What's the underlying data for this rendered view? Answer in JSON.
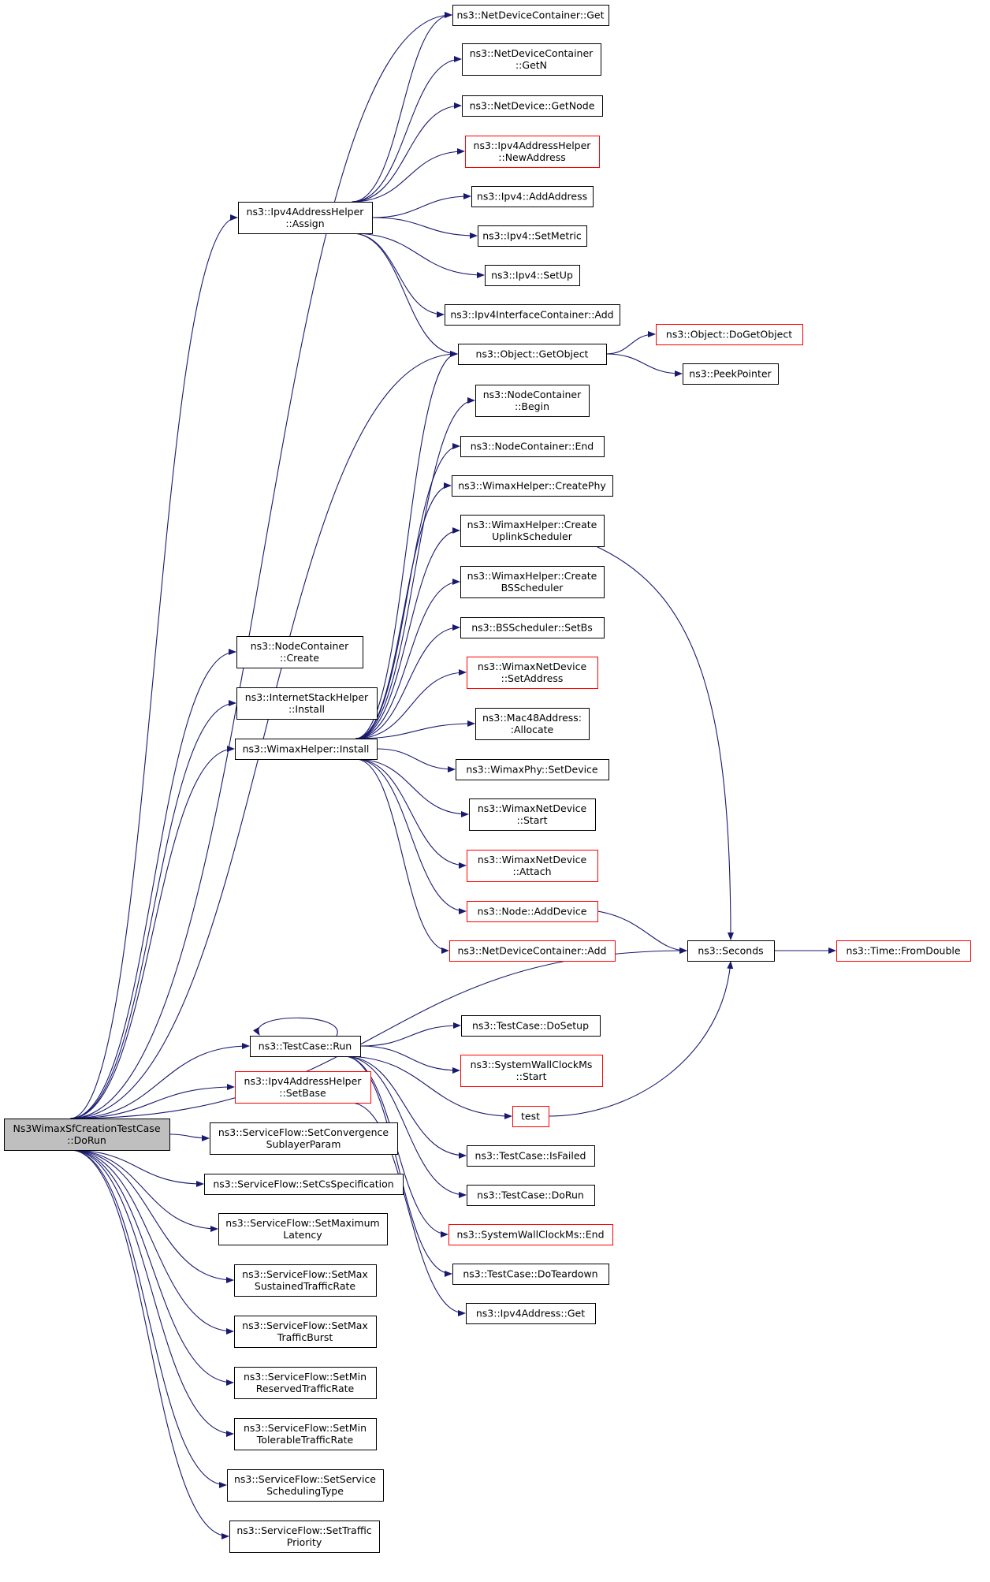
{
  "nodes": [
    {
      "id": "root",
      "lines": [
        "Ns3WimaxSfCreationTestCase",
        "::DoRun"
      ],
      "root": true
    },
    {
      "id": "ndcget",
      "lines": [
        "ns3::NetDeviceContainer::Get"
      ]
    },
    {
      "id": "ndcgetn",
      "lines": [
        "ns3::NetDeviceContainer",
        "::GetN"
      ]
    },
    {
      "id": "ndgetnode",
      "lines": [
        "ns3::NetDevice::GetNode"
      ]
    },
    {
      "id": "newaddr",
      "lines": [
        "ns3::Ipv4AddressHelper",
        "::NewAddress"
      ],
      "red": true
    },
    {
      "id": "ipv4addaddr",
      "lines": [
        "ns3::Ipv4::AddAddress"
      ]
    },
    {
      "id": "setmetric",
      "lines": [
        "ns3::Ipv4::SetMetric"
      ]
    },
    {
      "id": "setup",
      "lines": [
        "ns3::Ipv4::SetUp"
      ]
    },
    {
      "id": "ipv4icadd",
      "lines": [
        "ns3::Ipv4InterfaceContainer::Add"
      ]
    },
    {
      "id": "assign",
      "lines": [
        "ns3::Ipv4AddressHelper",
        "::Assign"
      ]
    },
    {
      "id": "getobject",
      "lines": [
        "ns3::Object::GetObject"
      ]
    },
    {
      "id": "dogetobject",
      "lines": [
        "ns3::Object::DoGetObject"
      ],
      "red": true
    },
    {
      "id": "peekpointer",
      "lines": [
        "ns3::PeekPointer"
      ]
    },
    {
      "id": "ncbegin",
      "lines": [
        "ns3::NodeContainer",
        "::Begin"
      ]
    },
    {
      "id": "ncend",
      "lines": [
        "ns3::NodeContainer::End"
      ]
    },
    {
      "id": "createphy",
      "lines": [
        "ns3::WimaxHelper::CreatePhy"
      ]
    },
    {
      "id": "createul",
      "lines": [
        "ns3::WimaxHelper::Create",
        "UplinkScheduler"
      ]
    },
    {
      "id": "createbs",
      "lines": [
        "ns3::WimaxHelper::Create",
        "BSScheduler"
      ]
    },
    {
      "id": "setbs",
      "lines": [
        "ns3::BSScheduler::SetBs"
      ]
    },
    {
      "id": "setaddress",
      "lines": [
        "ns3::WimaxNetDevice",
        "::SetAddress"
      ],
      "red": true
    },
    {
      "id": "allocate",
      "lines": [
        "ns3::Mac48Address:",
        ":Allocate"
      ]
    },
    {
      "id": "setdevice",
      "lines": [
        "ns3::WimaxPhy::SetDevice"
      ]
    },
    {
      "id": "start",
      "lines": [
        "ns3::WimaxNetDevice",
        "::Start"
      ]
    },
    {
      "id": "attach",
      "lines": [
        "ns3::WimaxNetDevice",
        "::Attach"
      ],
      "red": true
    },
    {
      "id": "adddevice",
      "lines": [
        "ns3::Node::AddDevice"
      ],
      "red": true
    },
    {
      "id": "ndcadd",
      "lines": [
        "ns3::NetDeviceContainer::Add"
      ],
      "red": true
    },
    {
      "id": "nccreate",
      "lines": [
        "ns3::NodeContainer",
        "::Create"
      ]
    },
    {
      "id": "ishinstall",
      "lines": [
        "ns3::InternetStackHelper",
        "::Install"
      ]
    },
    {
      "id": "whinstall",
      "lines": [
        "ns3::WimaxHelper::Install"
      ]
    },
    {
      "id": "seconds",
      "lines": [
        "ns3::Seconds"
      ]
    },
    {
      "id": "fromdouble",
      "lines": [
        "ns3::Time::FromDouble"
      ],
      "red": true
    },
    {
      "id": "tcrun",
      "lines": [
        "ns3::TestCase::Run"
      ]
    },
    {
      "id": "dosetup",
      "lines": [
        "ns3::TestCase::DoSetup"
      ]
    },
    {
      "id": "swcstart",
      "lines": [
        "ns3::SystemWallClockMs",
        "::Start"
      ],
      "red": true
    },
    {
      "id": "test",
      "lines": [
        "test"
      ],
      "red": true
    },
    {
      "id": "isfailed",
      "lines": [
        "ns3::TestCase::IsFailed"
      ]
    },
    {
      "id": "tcdorun",
      "lines": [
        "ns3::TestCase::DoRun"
      ]
    },
    {
      "id": "swcend",
      "lines": [
        "ns3::SystemWallClockMs::End"
      ],
      "red": true
    },
    {
      "id": "doteardown",
      "lines": [
        "ns3::TestCase::DoTeardown"
      ]
    },
    {
      "id": "ipv4addrget",
      "lines": [
        "ns3::Ipv4Address::Get"
      ]
    },
    {
      "id": "setbase",
      "lines": [
        "ns3::Ipv4AddressHelper",
        "::SetBase"
      ],
      "red": true
    },
    {
      "id": "sfconv",
      "lines": [
        "ns3::ServiceFlow::SetConvergence",
        "SublayerParam"
      ]
    },
    {
      "id": "sfcs",
      "lines": [
        "ns3::ServiceFlow::SetCsSpecification"
      ]
    },
    {
      "id": "sfmaxlat",
      "lines": [
        "ns3::ServiceFlow::SetMaximum",
        "Latency"
      ]
    },
    {
      "id": "sfmaxsus",
      "lines": [
        "ns3::ServiceFlow::SetMax",
        "SustainedTrafficRate"
      ]
    },
    {
      "id": "sfmaxburst",
      "lines": [
        "ns3::ServiceFlow::SetMax",
        "TrafficBurst"
      ]
    },
    {
      "id": "sfminres",
      "lines": [
        "ns3::ServiceFlow::SetMin",
        "ReservedTrafficRate"
      ]
    },
    {
      "id": "sfmintol",
      "lines": [
        "ns3::ServiceFlow::SetMin",
        "TolerableTrafficRate"
      ]
    },
    {
      "id": "sfsched",
      "lines": [
        "ns3::ServiceFlow::SetService",
        "SchedulingType"
      ]
    },
    {
      "id": "sfprio",
      "lines": [
        "ns3::ServiceFlow::SetTraffic",
        "Priority"
      ]
    }
  ],
  "edges": [
    [
      "root",
      "ndcget"
    ],
    [
      "root",
      "assign"
    ],
    [
      "root",
      "getobject"
    ],
    [
      "root",
      "nccreate"
    ],
    [
      "root",
      "ishinstall"
    ],
    [
      "root",
      "whinstall"
    ],
    [
      "root",
      "seconds"
    ],
    [
      "root",
      "tcrun"
    ],
    [
      "root",
      "setbase"
    ],
    [
      "root",
      "sfconv"
    ],
    [
      "root",
      "sfcs"
    ],
    [
      "root",
      "sfmaxlat"
    ],
    [
      "root",
      "sfmaxsus"
    ],
    [
      "root",
      "sfmaxburst"
    ],
    [
      "root",
      "sfminres"
    ],
    [
      "root",
      "sfmintol"
    ],
    [
      "root",
      "sfsched"
    ],
    [
      "root",
      "sfprio"
    ],
    [
      "assign",
      "ndcget"
    ],
    [
      "assign",
      "ndcgetn"
    ],
    [
      "assign",
      "ndgetnode"
    ],
    [
      "assign",
      "newaddr"
    ],
    [
      "assign",
      "ipv4addaddr"
    ],
    [
      "assign",
      "setmetric"
    ],
    [
      "assign",
      "setup"
    ],
    [
      "assign",
      "ipv4icadd"
    ],
    [
      "assign",
      "getobject"
    ],
    [
      "getobject",
      "dogetobject"
    ],
    [
      "getobject",
      "peekpointer"
    ],
    [
      "whinstall",
      "ncbegin"
    ],
    [
      "whinstall",
      "ncend"
    ],
    [
      "whinstall",
      "createphy"
    ],
    [
      "whinstall",
      "createul"
    ],
    [
      "whinstall",
      "createbs"
    ],
    [
      "whinstall",
      "setbs"
    ],
    [
      "whinstall",
      "setaddress"
    ],
    [
      "whinstall",
      "allocate"
    ],
    [
      "whinstall",
      "setdevice"
    ],
    [
      "whinstall",
      "start"
    ],
    [
      "whinstall",
      "attach"
    ],
    [
      "whinstall",
      "adddevice"
    ],
    [
      "whinstall",
      "ndcadd"
    ],
    [
      "whinstall",
      "getobject"
    ],
    [
      "createul",
      "seconds"
    ],
    [
      "adddevice",
      "seconds"
    ],
    [
      "seconds",
      "fromdouble"
    ],
    [
      "tcrun",
      "tcrun"
    ],
    [
      "tcrun",
      "dosetup"
    ],
    [
      "tcrun",
      "swcstart"
    ],
    [
      "tcrun",
      "test"
    ],
    [
      "tcrun",
      "isfailed"
    ],
    [
      "tcrun",
      "tcdorun"
    ],
    [
      "tcrun",
      "swcend"
    ],
    [
      "tcrun",
      "doteardown"
    ],
    [
      "test",
      "seconds"
    ],
    [
      "setbase",
      "ipv4addrget"
    ]
  ]
}
